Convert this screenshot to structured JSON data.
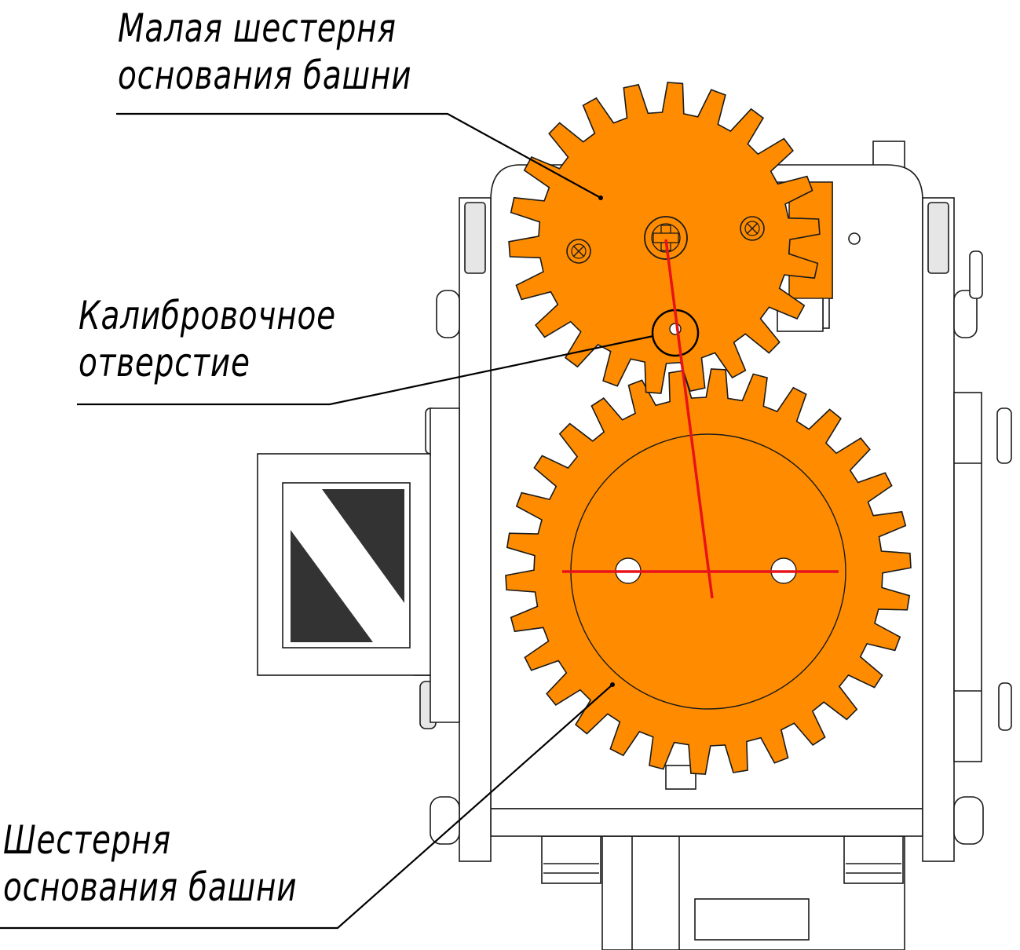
{
  "labels": {
    "small_gear": [
      "Малая шестерня",
      "основания башни"
    ],
    "calibration_hole": [
      "Калибровочное",
      "отверстие"
    ],
    "big_gear": [
      "Шестерня",
      "основания башни"
    ]
  },
  "colors": {
    "gear_orange": "#ff8c00",
    "calibration_line": "#e8121a",
    "outline": "#1a1a1a",
    "frame": "#ffffff",
    "marker_dark": "#333333"
  },
  "gears": {
    "small_teeth": 22,
    "big_teeth": 30
  }
}
